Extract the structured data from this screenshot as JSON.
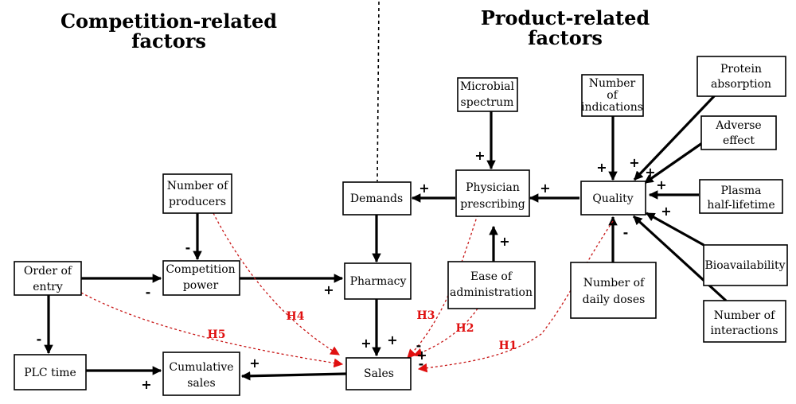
{
  "headings": {
    "competition": [
      "Competition-related",
      "factors"
    ],
    "product": [
      "Product-related",
      "factors"
    ]
  },
  "nodes": {
    "order_of_entry": [
      "Order of",
      "entry"
    ],
    "plc_time": [
      "PLC time"
    ],
    "number_of_producers": [
      "Number of",
      "producers"
    ],
    "competition_power": [
      "Competition",
      "power"
    ],
    "cumulative_sales": [
      "Cumulative",
      "sales"
    ],
    "demands": [
      "Demands"
    ],
    "pharmacy": [
      "Pharmacy"
    ],
    "sales": [
      "Sales"
    ],
    "microbial_spectrum": [
      "Microbial",
      "spectrum"
    ],
    "physician_prescribing": [
      "Physician",
      "prescribing"
    ],
    "ease_of_administration": [
      "Ease of",
      "administration"
    ],
    "number_of_indications": [
      "Number",
      "of",
      "indications"
    ],
    "quality": [
      "Quality"
    ],
    "number_of_daily_doses": [
      "Number of",
      "daily doses"
    ],
    "protein_absorption": [
      "Protein",
      "absorption"
    ],
    "adverse_effect": [
      "Adverse",
      "effect"
    ],
    "plasma_half_lifetime": [
      "Plasma",
      "half-lifetime"
    ],
    "bioavailability": [
      "Bioavailability"
    ],
    "number_of_interactions": [
      "Number of",
      "interactions"
    ]
  },
  "hypotheses": {
    "h1": "H1",
    "h2": "H2",
    "h3": "H3",
    "h4": "H4",
    "h5": "H5"
  },
  "signs": {
    "plus": "+",
    "minus": "-"
  },
  "colors": {
    "hypothesis_link": "#c81818",
    "hypothesis_label": "#e01010",
    "solid_link": "#000000"
  }
}
